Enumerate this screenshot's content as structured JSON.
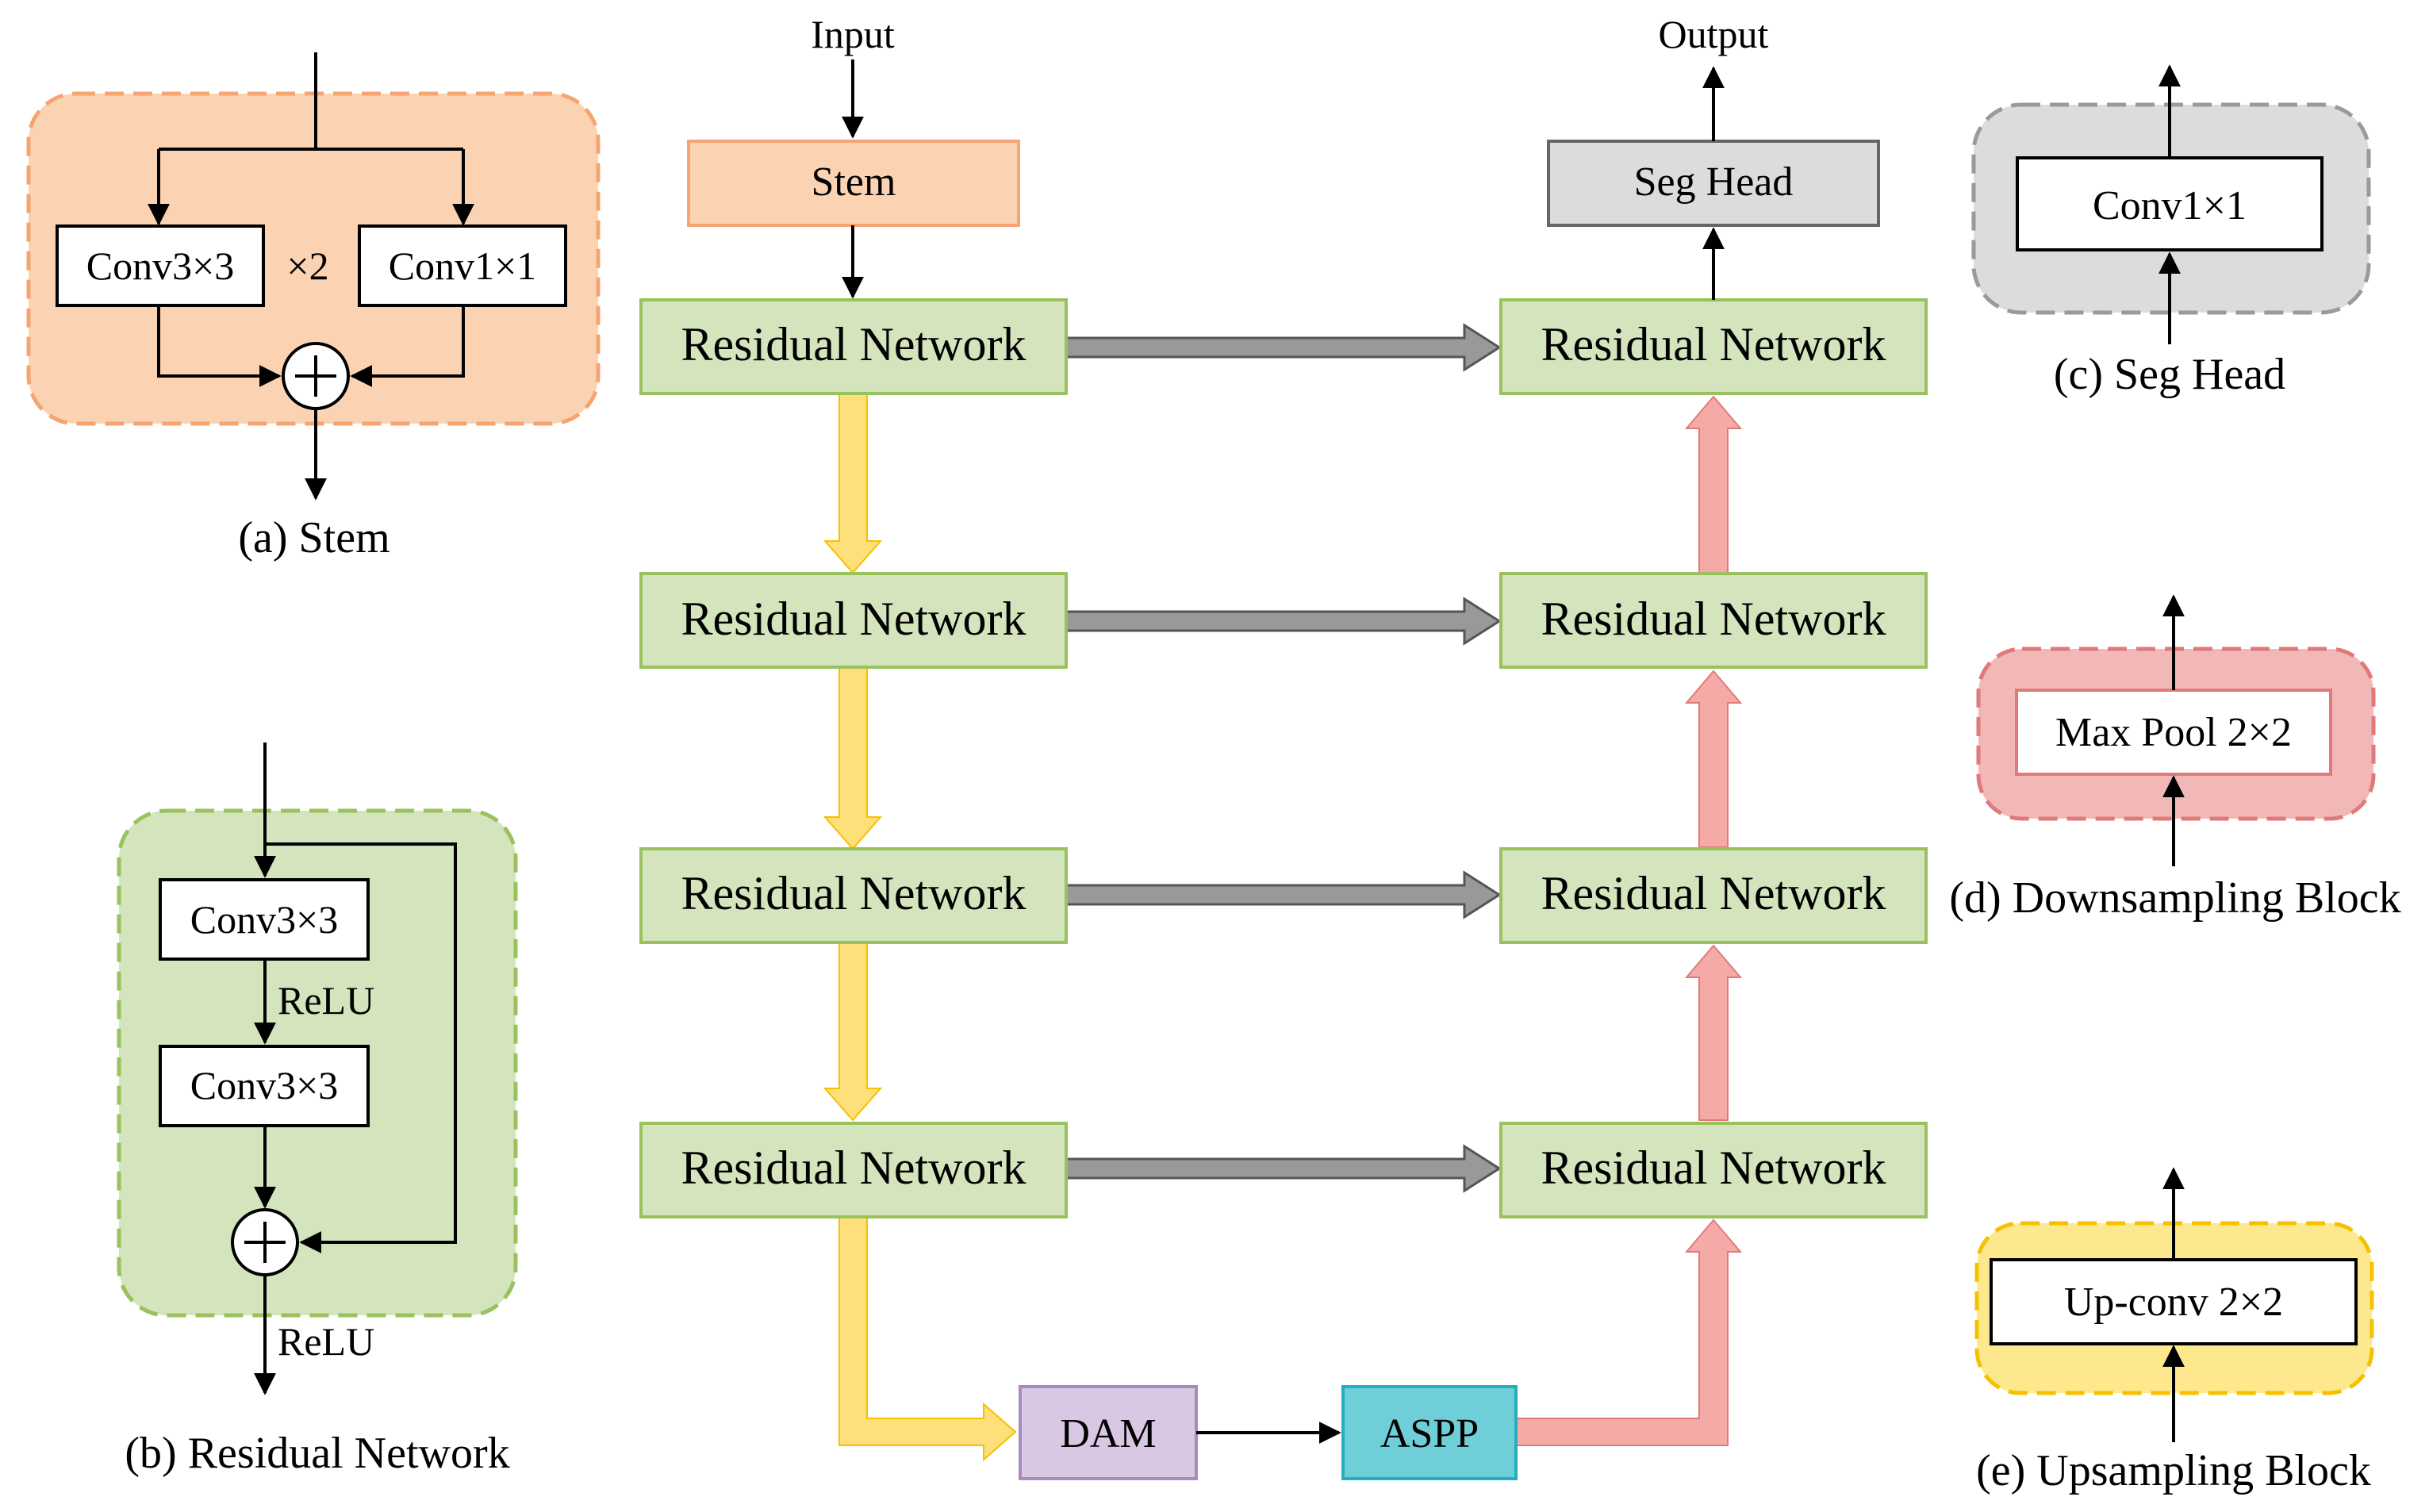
{
  "colors": {
    "stem_fill": "#fcd3b2",
    "stem_stroke": "#f4a572",
    "res_fill": "#d4e4bc",
    "res_stroke": "#99c25e",
    "seg_fill": "#dcdcdc",
    "seg_stroke": "#9a9a9a",
    "down_fill": "#f2b8b8",
    "down_stroke": "#e07a7a",
    "up_fill": "#fde88e",
    "up_stroke": "#f5c100",
    "dam_fill": "#d9c7e3",
    "dam_stroke": "#a88bbd",
    "aspp_fill": "#6fcfd9",
    "aspp_stroke": "#24aebf",
    "skip_arrow": "#999999",
    "down_arrow": "#fde07a",
    "up_arrow": "#f5aaa8"
  },
  "main": {
    "input_label": "Input",
    "output_label": "Output",
    "stem_label": "Stem",
    "seg_head_label": "Seg Head",
    "residual_label": "Residual Network",
    "dam_label": "DAM",
    "aspp_label": "ASPP"
  },
  "panel_a": {
    "conv3_label": "Conv3×3",
    "times2_label": "×2",
    "conv1_label": "Conv1×1",
    "caption": "(a) Stem"
  },
  "panel_b": {
    "conv_top_label": "Conv3×3",
    "relu_mid_label": "ReLU",
    "conv_bottom_label": "Conv3×3",
    "relu_out_label": "ReLU",
    "caption": "(b) Residual Network"
  },
  "panel_c": {
    "conv_label": "Conv1×1",
    "caption": "(c) Seg Head"
  },
  "panel_d": {
    "pool_label": "Max Pool 2×2",
    "caption": "(d) Downsampling Block"
  },
  "panel_e": {
    "upconv_label": "Up-conv 2×2",
    "caption": "(e) Upsampling Block"
  }
}
